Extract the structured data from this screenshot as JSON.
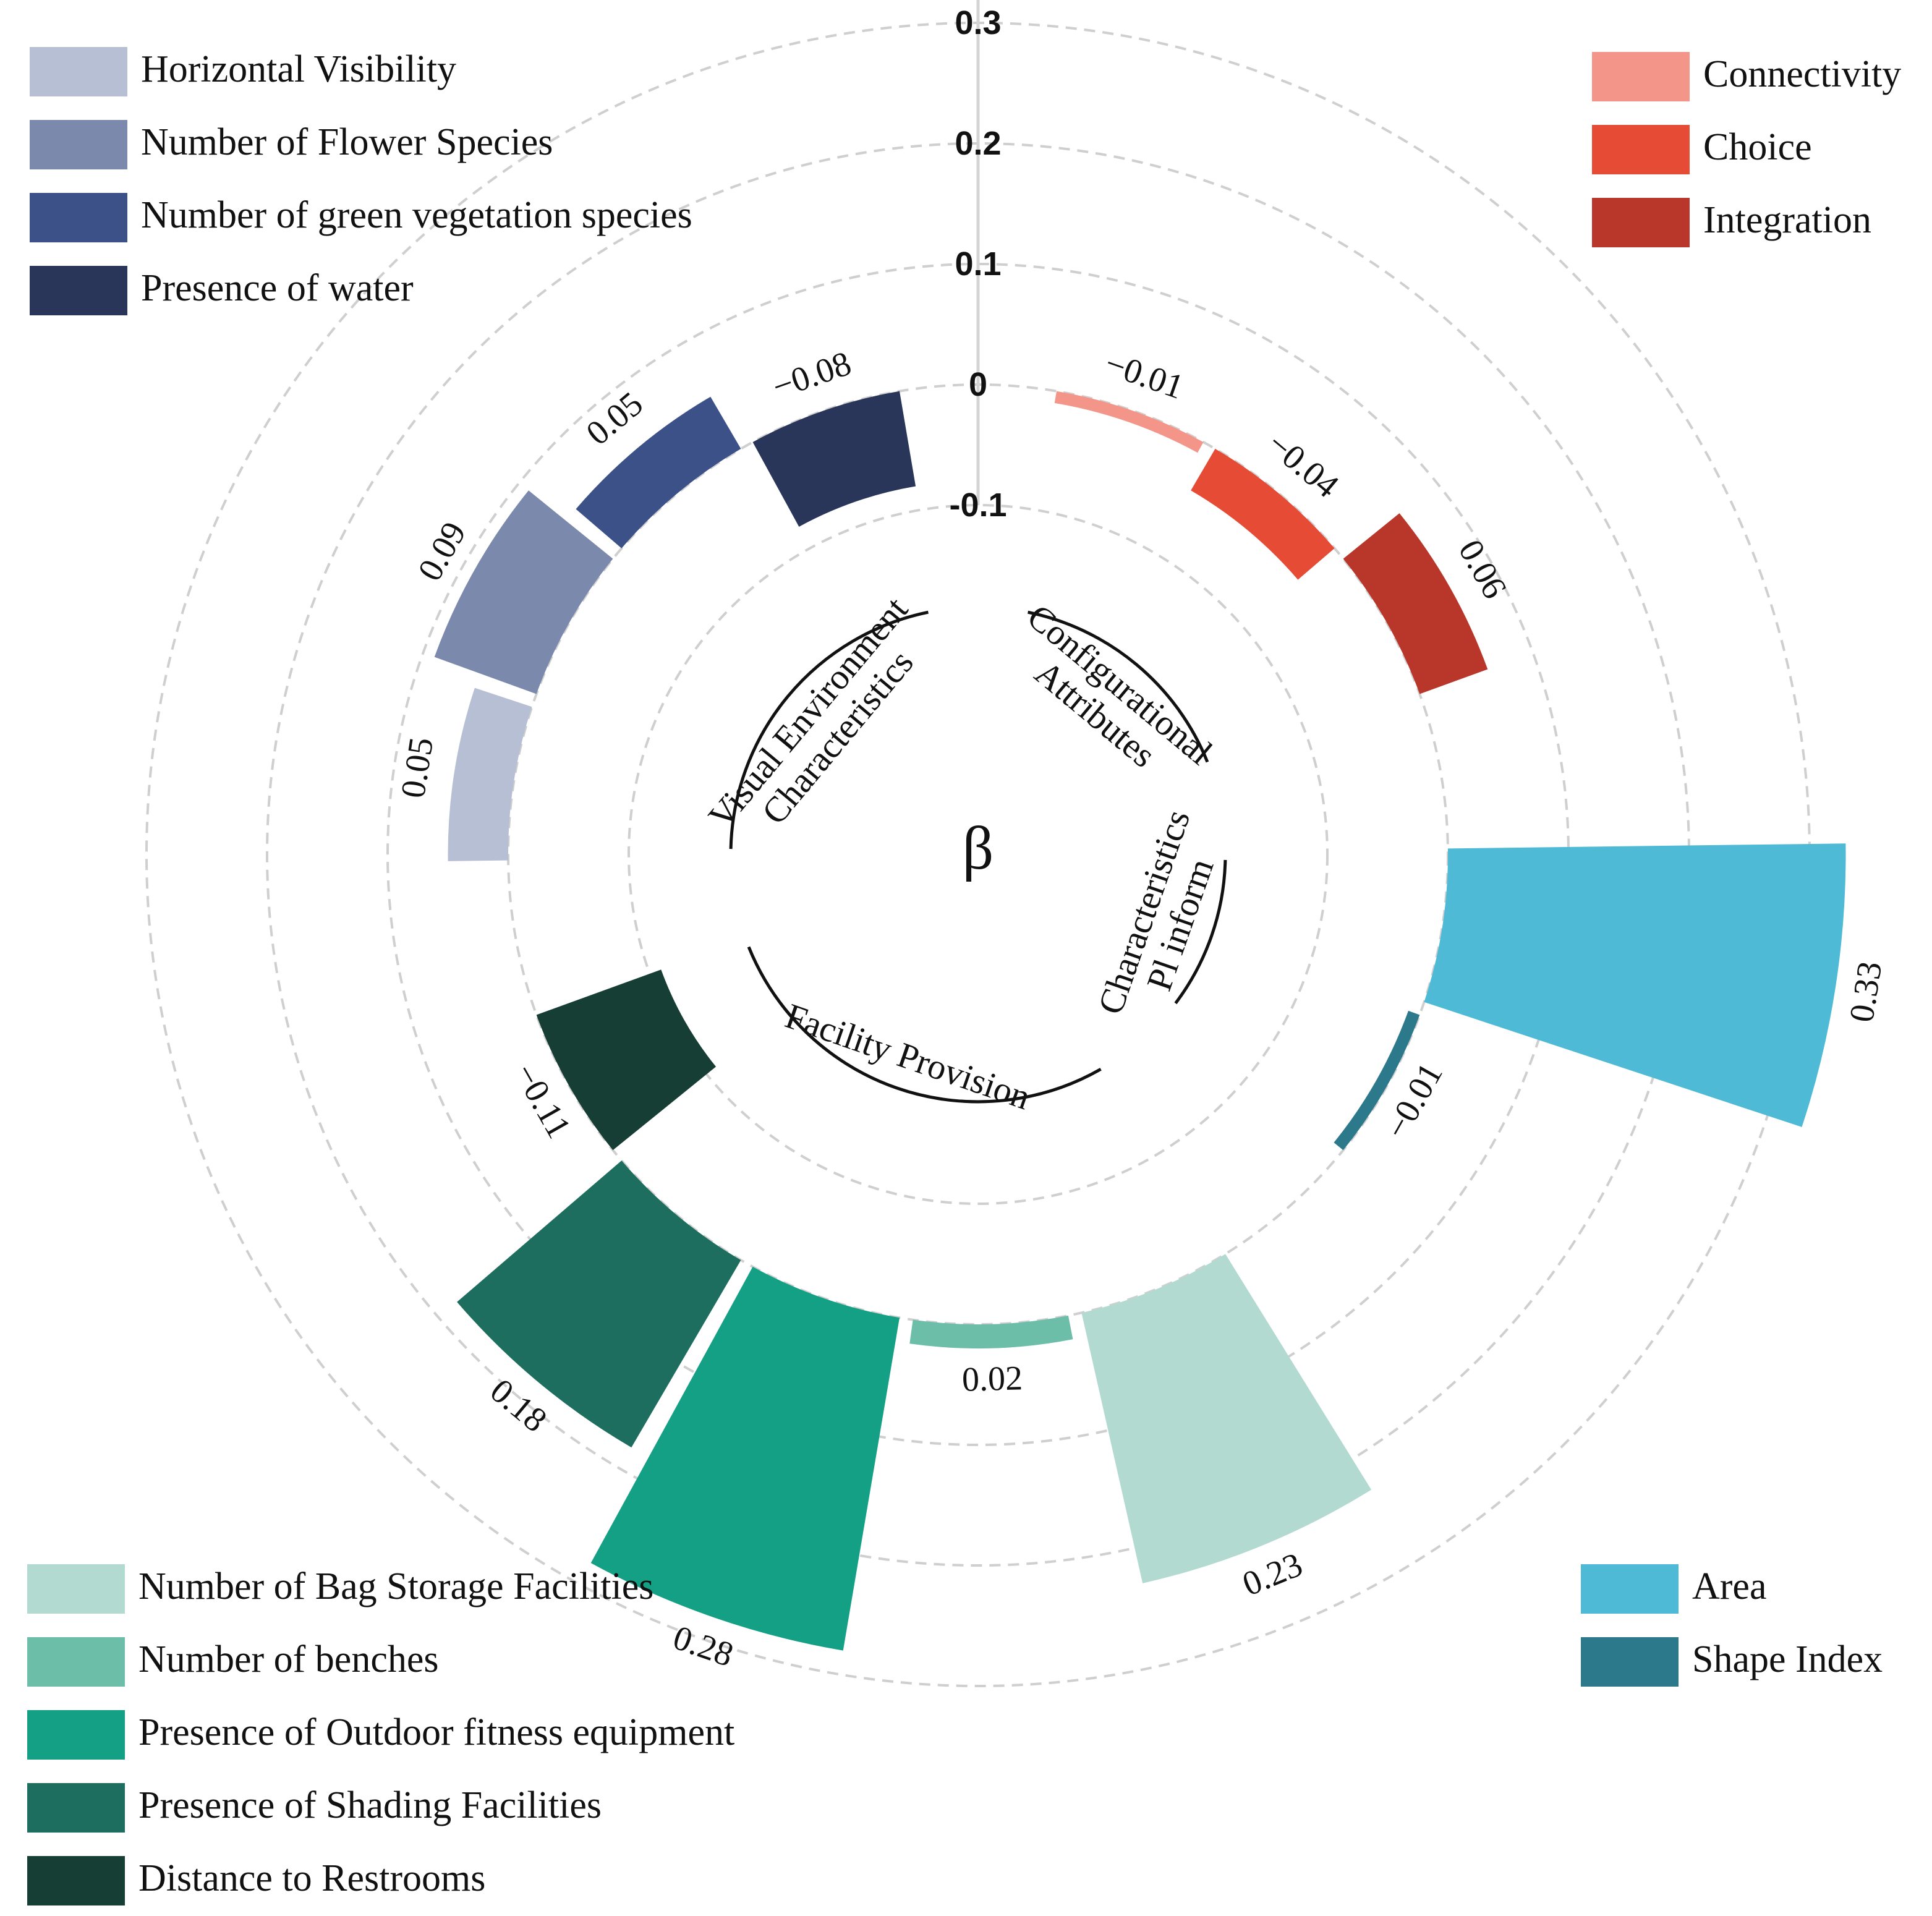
{
  "chart_data": {
    "type": "bar",
    "polar": true,
    "center_label": "β",
    "radial_ticks": [
      "-0.1",
      "0",
      "0.1",
      "0.2",
      "0.3"
    ],
    "radial_range": [
      -0.1,
      0.35
    ],
    "grid": true,
    "groups": [
      {
        "name": "Configurational Attributes",
        "lines": [
          "Configurational",
          "Attributes"
        ]
      },
      {
        "name": "Pl inform Characteristics",
        "lines": [
          "Pl inform",
          "Characteristics"
        ]
      },
      {
        "name": "Facility Provision",
        "lines": [
          "Facility Provision"
        ]
      },
      {
        "name": "Visual Environment Characteristics",
        "lines": [
          "Visual Environment",
          "Characteristics"
        ]
      }
    ],
    "bars": [
      {
        "name": "Connectivity",
        "group": "Configurational Attributes",
        "value": -0.01,
        "label": "−0.01",
        "color": "#F4958A"
      },
      {
        "name": "Choice",
        "group": "Configurational Attributes",
        "value": -0.04,
        "label": "−0.04",
        "color": "#E54B35"
      },
      {
        "name": "Integration",
        "group": "Configurational Attributes",
        "value": 0.06,
        "label": "0.06",
        "color": "#B8372A"
      },
      {
        "name": "Area",
        "group": "Pl inform Characteristics",
        "value": 0.33,
        "label": "0.33",
        "color": "#4EBAD6"
      },
      {
        "name": "Shape Index",
        "group": "Pl inform Characteristics",
        "value": -0.01,
        "label": "−0.01",
        "color": "#2D798C"
      },
      {
        "name": "Number of Bag Storage Facilities",
        "group": "Facility Provision",
        "value": 0.23,
        "label": "0.23",
        "color": "#B3DAD1"
      },
      {
        "name": "Number of benches",
        "group": "Facility Provision",
        "value": 0.02,
        "label": "0.02",
        "color": "#6DBEA9"
      },
      {
        "name": "Presence of Outdoor fitness equipment",
        "group": "Facility Provision",
        "value": 0.28,
        "label": "0.28",
        "color": "#14A085"
      },
      {
        "name": "Presence of Shading Facilities",
        "group": "Facility Provision",
        "value": 0.18,
        "label": "0.18",
        "color": "#1D6E5E"
      },
      {
        "name": "Distance to Restrooms",
        "group": "Facility Provision",
        "value": -0.11,
        "label": "−0.11",
        "color": "#163E35"
      },
      {
        "name": "Horizontal Visibility",
        "group": "Visual Environment Characteristics",
        "value": 0.05,
        "label": "0.05",
        "color": "#B6BFD3"
      },
      {
        "name": "Number of Flower Species",
        "group": "Visual Environment Characteristics",
        "value": 0.09,
        "label": "0.09",
        "color": "#7B89AC"
      },
      {
        "name": "Number of green vegetation species",
        "group": "Visual Environment Characteristics",
        "value": 0.05,
        "label": "0.05",
        "color": "#3B5188"
      },
      {
        "name": "Presence of water",
        "group": "Visual Environment Characteristics",
        "value": -0.08,
        "label": "−0.08",
        "color": "#293659"
      }
    ],
    "legends": [
      {
        "position": "top-left",
        "items": [
          "Horizontal Visibility",
          "Number of Flower Species",
          "Number of green vegetation species",
          "Presence of water"
        ]
      },
      {
        "position": "top-right",
        "items": [
          "Connectivity",
          "Choice",
          "Integration"
        ]
      },
      {
        "position": "bottom-left",
        "items": [
          "Number of Bag Storage Facilities",
          "Number of benches",
          "Presence of Outdoor fitness equipment",
          "Presence of Shading Facilities",
          "Distance to Restrooms"
        ]
      },
      {
        "position": "bottom-right",
        "items": [
          "Area",
          "Shape Index"
        ]
      }
    ]
  }
}
